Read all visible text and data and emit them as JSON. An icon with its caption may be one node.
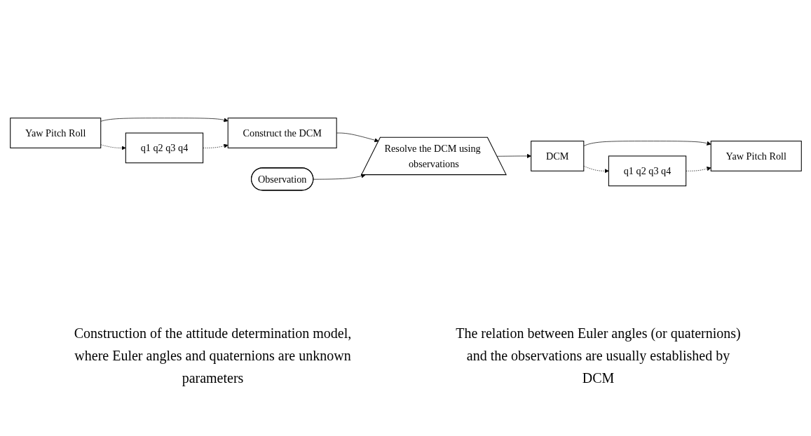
{
  "diagram": {
    "nodes": [
      {
        "text": [
          "Yaw Pitch Roll"
        ]
      },
      {
        "text": [
          "q1 q2 q3 q4"
        ]
      },
      {
        "text": [
          "Construct the DCM"
        ]
      },
      {
        "text": [
          "Observation"
        ]
      },
      {
        "text": [
          "Resolve the DCM using observations"
        ]
      },
      {
        "text": [
          "DCM"
        ]
      },
      {
        "text": [
          "q1 q2 q3 q4"
        ]
      },
      {
        "text": [
          "Yaw Pitch Roll"
        ]
      }
    ],
    "edges": [
      {
        "from": 0,
        "to": 2,
        "arrow": "to"
      },
      {
        "from": 0,
        "to": 1,
        "arrow": "to",
        "style": "dashed"
      },
      {
        "from": 1,
        "to": 2,
        "arrow": "to",
        "style": "dashed"
      },
      {
        "from": 2,
        "to": 4,
        "arrow": "to"
      },
      {
        "from": 3,
        "to": 4,
        "arrow": "to"
      },
      {
        "from": 4,
        "to": 5,
        "arrow": "to"
      },
      {
        "from": 5,
        "to": 7,
        "arrow": "to"
      },
      {
        "from": 5,
        "to": 6,
        "arrow": "to",
        "style": "dashed"
      },
      {
        "from": 6,
        "to": 7,
        "arrow": "to",
        "style": "dashed"
      }
    ],
    "labels": [
      "Construction of the attitude determination model, where Euler angles and quaternions are unknown parameters",
      "The relation between Euler angles (or quaternions) and the observations are usually established by DCM"
    ]
  }
}
